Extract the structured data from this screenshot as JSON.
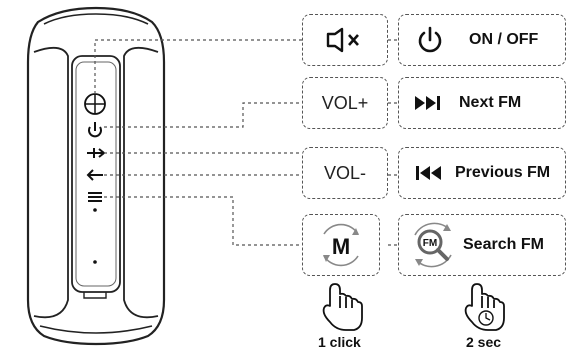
{
  "diagram": {
    "buttons": [
      {
        "id": "mute",
        "icon": "speaker-mute-icon",
        "function_icon": "power-icon",
        "function_label": "ON / OFF"
      },
      {
        "id": "vol-plus",
        "label": "VOL+",
        "function_icon": "skip-forward-icon",
        "function_label": "Next FM"
      },
      {
        "id": "vol-minus",
        "label": "VOL-",
        "function_icon": "skip-backward-icon",
        "function_label": "Previous FM"
      },
      {
        "id": "mode",
        "icon_letter": "M",
        "function_icon": "fm-search-icon",
        "function_icon_text": "FM",
        "function_label": "Search FM"
      }
    ],
    "gesture_captions": {
      "click": "1 click",
      "hold": "2 sec"
    }
  },
  "colors": {
    "line": "#555555",
    "icon": "#111111",
    "accent_grey": "#888888"
  }
}
